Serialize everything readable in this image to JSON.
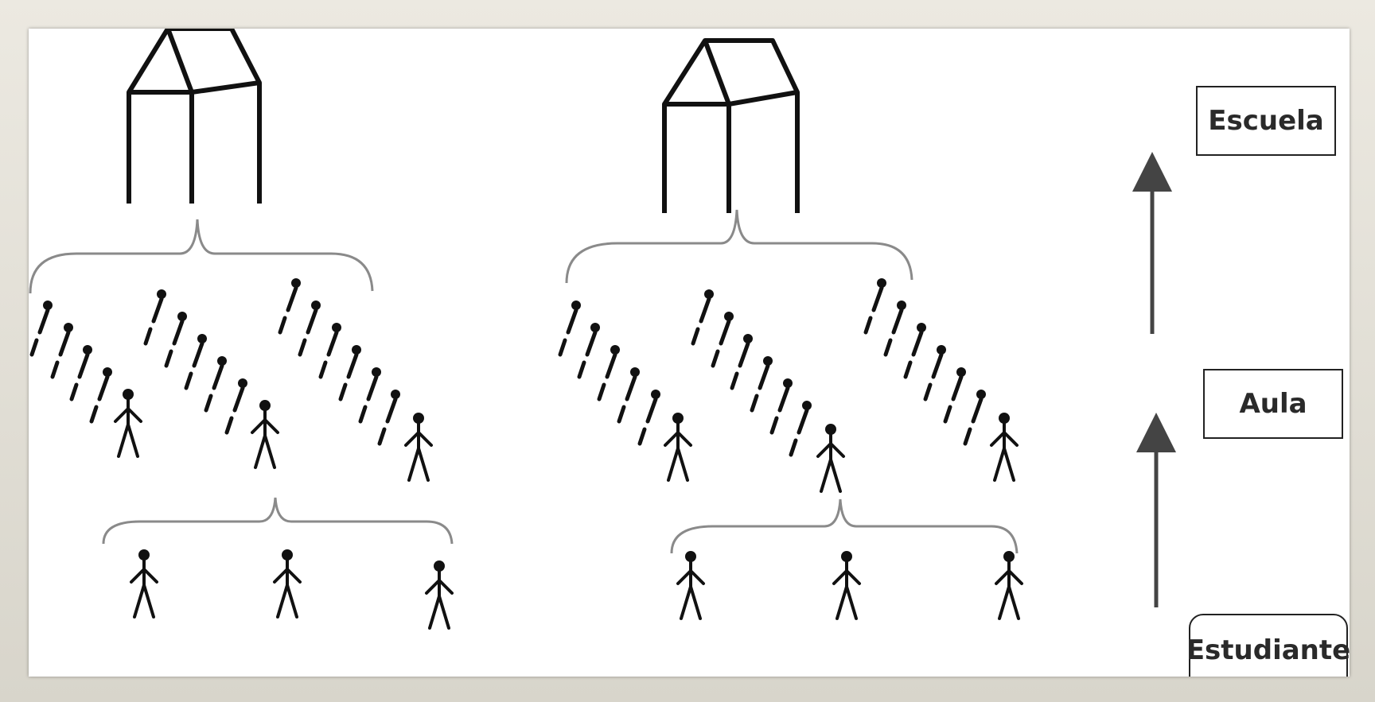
{
  "levels": {
    "school": "Escuela",
    "classroom": "Aula",
    "student": "Estudiante"
  },
  "colors": {
    "ink": "#111111",
    "brace": "#8a8a8a",
    "arrow": "#444444"
  }
}
